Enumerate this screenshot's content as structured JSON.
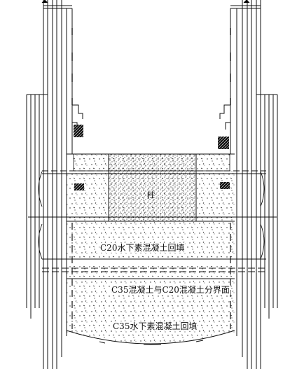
{
  "labels": {
    "c20_backfill": "C20水下素混凝土回填",
    "c35_c20_interface": "C35混凝土与C20混凝土分界面",
    "c35_backfill": "C35水下素混凝土回填",
    "core_mark": "柱"
  },
  "colors": {
    "line": "#111111",
    "background": "#ffffff"
  }
}
